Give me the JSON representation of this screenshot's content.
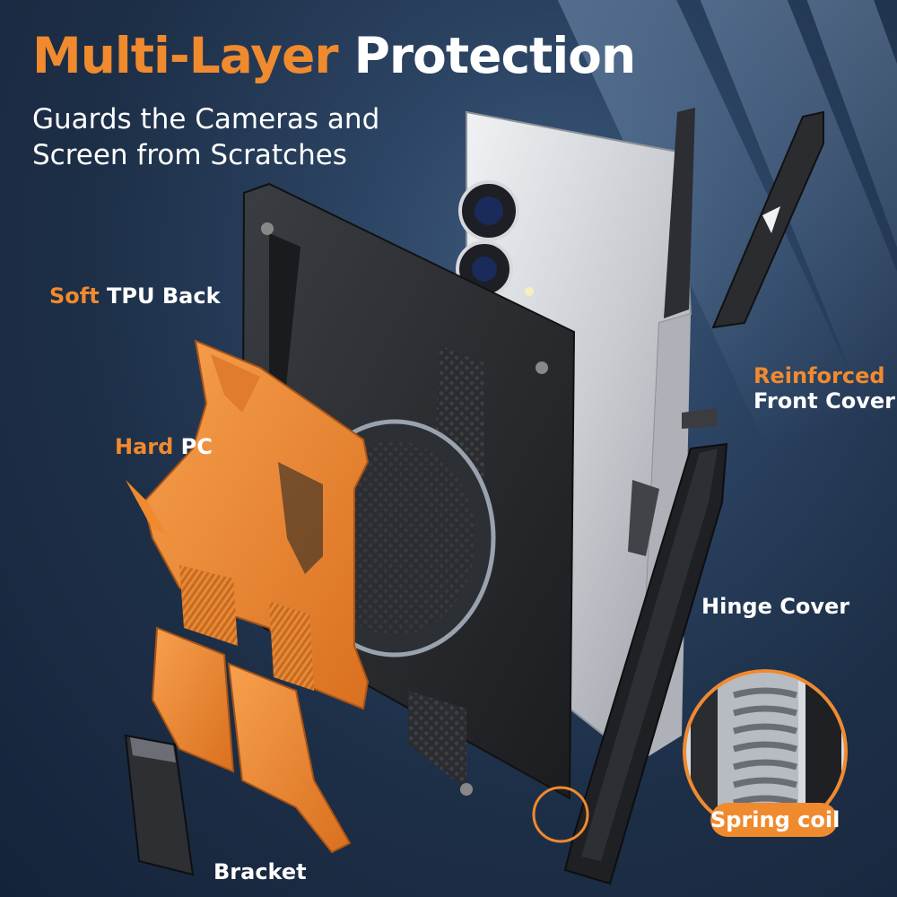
{
  "heading": {
    "title_orange": "Multi-Layer",
    "title_white": "Protection",
    "subtitle_line1": "Guards the Cameras and",
    "subtitle_line2": "Screen from Scratches"
  },
  "callouts": {
    "soft_tpu": {
      "accent": "Soft",
      "rest": "TPU Back"
    },
    "hard_pc": {
      "accent": "Hard",
      "rest": "PC"
    },
    "reinforced": {
      "accent": "Reinforced",
      "rest": "Front Cover"
    },
    "hinge": {
      "rest": "Hinge Cover"
    },
    "bracket": {
      "rest": "Bracket"
    },
    "spring": {
      "rest": "Spring coil"
    }
  },
  "colors": {
    "accent": "#f08a2e",
    "background": "#1d2f47",
    "case_black": "#26282c",
    "phone_silver": "#c8cbd0"
  }
}
